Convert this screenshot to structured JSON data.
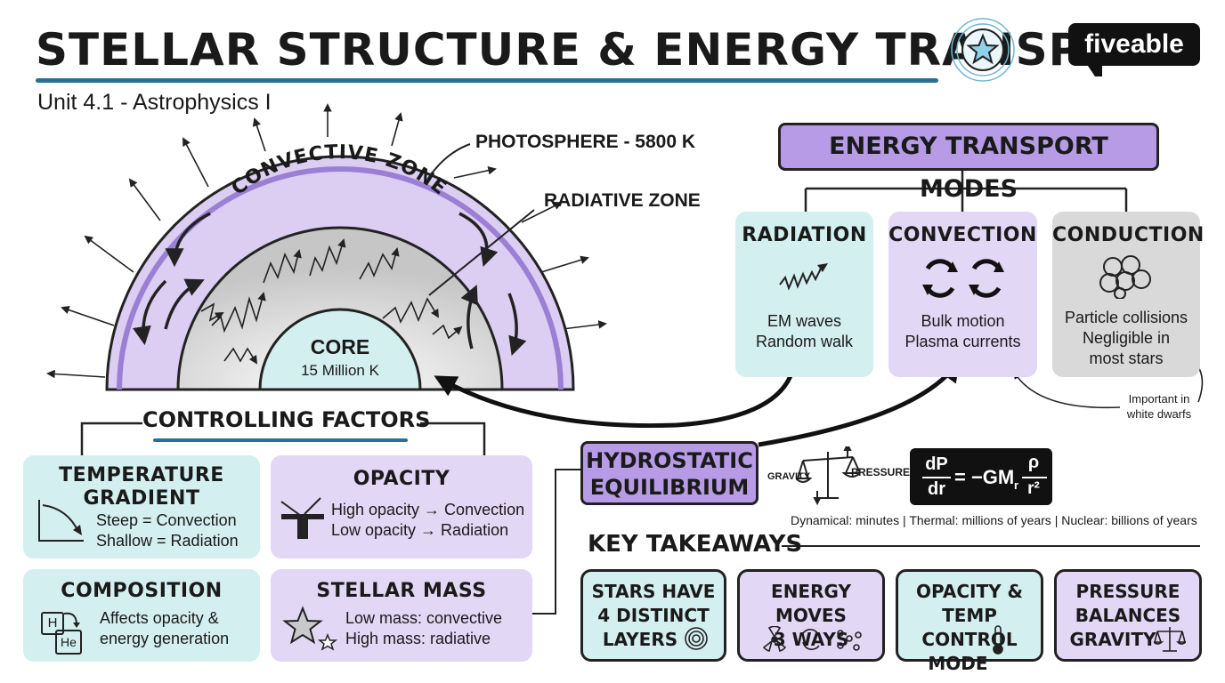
{
  "header": {
    "title": "STELLAR STRUCTURE & ENERGY TRANSPORT",
    "subtitle": "Unit 4.1 - Astrophysics I",
    "logo": "fiveable"
  },
  "star_diagram": {
    "photosphere_label": "PHOTOSPHERE - 5800 K",
    "radiative_label": "RADIATIVE ZONE",
    "convective_label": "CONVECTIVE ZONE",
    "core_label": "CORE",
    "core_temp": "15 Million K"
  },
  "transport": {
    "heading": "ENERGY TRANSPORT MODES",
    "modes": [
      {
        "title": "RADIATION",
        "line1": "EM waves",
        "line2": "Random walk",
        "line3": ""
      },
      {
        "title": "CONVECTION",
        "line1": "Bulk motion",
        "line2": "Plasma currents",
        "line3": ""
      },
      {
        "title": "CONDUCTION",
        "line1": "Particle collisions",
        "line2": "Negligible in",
        "line3": "most stars"
      }
    ],
    "note_line1": "Important in",
    "note_line2": "white dwarfs"
  },
  "factors": {
    "heading": "CONTROLLING FACTORS",
    "items": [
      {
        "title1": "TEMPERATURE",
        "title2": "GRADIENT",
        "line1": "Steep = Convection",
        "line2": "Shallow = Radiation"
      },
      {
        "title1": "OPACITY",
        "title2": "",
        "line1": "High opacity → Convection",
        "line2": "Low opacity → Radiation"
      },
      {
        "title1": "COMPOSITION",
        "title2": "",
        "line1": "Affects opacity &",
        "line2": "energy generation"
      },
      {
        "title1": "STELLAR MASS",
        "title2": "",
        "line1": "Low mass: convective",
        "line2": "High mass: radiative"
      }
    ],
    "element_h": "H",
    "element_he": "He"
  },
  "equilibrium": {
    "heading_line1": "HYDROSTATIC",
    "heading_line2": "EQUILIBRIUM",
    "gravity_label": "GRAVITY",
    "pressure_label": "PRESSURE",
    "eq_dP": "dP",
    "eq_dr": "dr",
    "eq_rhs": "= −GM",
    "eq_sub": "r",
    "eq_rho": "ρ",
    "eq_r2": "r²",
    "timescales": "Dynamical: minutes | Thermal: millions of years | Nuclear: billions of years"
  },
  "takeaways": {
    "heading": "KEY TAKEAWAYS",
    "items": [
      {
        "line1": "STARS HAVE",
        "line2": "4 DISTINCT",
        "line3": "LAYERS"
      },
      {
        "line1": "ENERGY MOVES",
        "line2": "3 WAYS",
        "line3": ""
      },
      {
        "line1": "OPACITY &",
        "line2": "TEMP CONTROL",
        "line3": "MODE"
      },
      {
        "line1": "PRESSURE",
        "line2": "BALANCES",
        "line3": "GRAVITY"
      }
    ]
  },
  "colors": {
    "teal": "#d4efef",
    "purple": "#e3d7f6",
    "accent_purple": "#b89be6",
    "title_underline": "#2a6f97"
  }
}
